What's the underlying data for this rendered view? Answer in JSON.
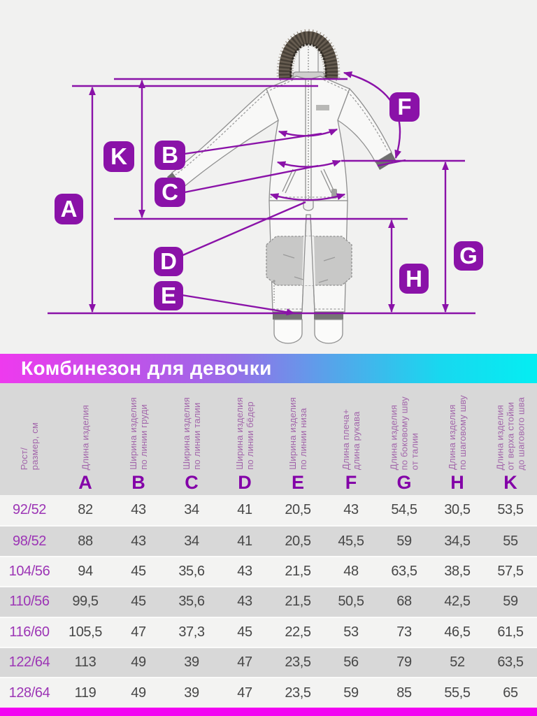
{
  "title": "Комбинезон для девочки",
  "colors": {
    "accent_purple": "#8a12a8",
    "badge_purple": "#8a12a8",
    "title_gradient_left": "#ee3aee",
    "title_gradient_right": "#04eef2",
    "title_text": "#ffffff",
    "row_light": "#f3f3f2",
    "row_gray": "#d8d8d8",
    "row_label_purple": "#9c35b5",
    "column_letter_purple": "#8300a8",
    "bottom_bar_magenta": "#f203f2"
  },
  "diagram": {
    "badges": [
      "A",
      "K",
      "B",
      "C",
      "D",
      "E",
      "F",
      "G",
      "H"
    ]
  },
  "table": {
    "columns": [
      {
        "key": "size",
        "label": "Рост/\nразмер, см",
        "letter": ""
      },
      {
        "key": "A",
        "label": "Длина изделия",
        "letter": "A"
      },
      {
        "key": "B",
        "label": "Ширина изделия\nпо линии груди",
        "letter": "B"
      },
      {
        "key": "C",
        "label": "Ширина изделия\nпо линии талии",
        "letter": "C"
      },
      {
        "key": "D",
        "label": "Ширина изделия\nпо линии бёдер",
        "letter": "D"
      },
      {
        "key": "E",
        "label": "Ширина изделия\nпо линии низа",
        "letter": "E"
      },
      {
        "key": "F",
        "label": "Длина плеча+\nдлина рукава",
        "letter": "F"
      },
      {
        "key": "G",
        "label": "Длина изделия\nпо боковому шву\nот талии",
        "letter": "G"
      },
      {
        "key": "H",
        "label": "Длина  изделия\nпо шаговому шву",
        "letter": "H"
      },
      {
        "key": "K",
        "label": "Длина  изделия\nот верха стойки\nдо шагового шва",
        "letter": "K"
      }
    ],
    "rows": [
      {
        "size": "92/52",
        "values": [
          "82",
          "43",
          "34",
          "41",
          "20,5",
          "43",
          "54,5",
          "30,5",
          "53,5"
        ]
      },
      {
        "size": "98/52",
        "values": [
          "88",
          "43",
          "34",
          "41",
          "20,5",
          "45,5",
          "59",
          "34,5",
          "55"
        ]
      },
      {
        "size": "104/56",
        "values": [
          "94",
          "45",
          "35,6",
          "43",
          "21,5",
          "48",
          "63,5",
          "38,5",
          "57,5"
        ]
      },
      {
        "size": "110/56",
        "values": [
          "99,5",
          "45",
          "35,6",
          "43",
          "21,5",
          "50,5",
          "68",
          "42,5",
          "59"
        ]
      },
      {
        "size": "116/60",
        "values": [
          "105,5",
          "47",
          "37,3",
          "45",
          "22,5",
          "53",
          "73",
          "46,5",
          "61,5"
        ]
      },
      {
        "size": "122/64",
        "values": [
          "113",
          "49",
          "39",
          "47",
          "23,5",
          "56",
          "79",
          "52",
          "63,5"
        ]
      },
      {
        "size": "128/64",
        "values": [
          "119",
          "49",
          "39",
          "47",
          "23,5",
          "59",
          "85",
          "55,5",
          "65"
        ]
      }
    ]
  }
}
